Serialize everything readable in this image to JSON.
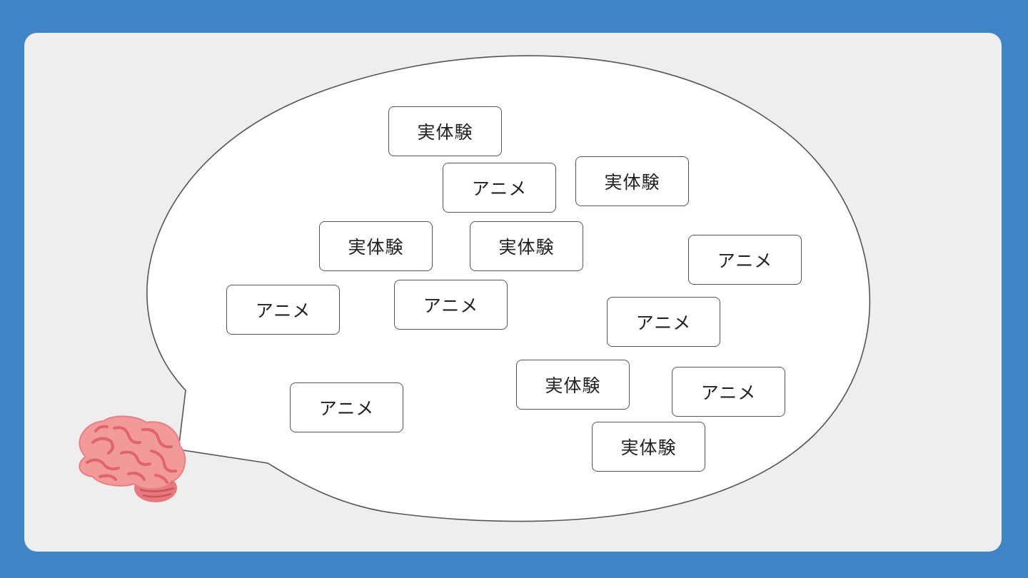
{
  "diagram": {
    "tags": [
      {
        "text": "実体験",
        "kind": "experience"
      },
      {
        "text": "アニメ",
        "kind": "anime"
      },
      {
        "text": "実体験",
        "kind": "experience"
      },
      {
        "text": "実体験",
        "kind": "experience"
      },
      {
        "text": "実体験",
        "kind": "experience"
      },
      {
        "text": "アニメ",
        "kind": "anime"
      },
      {
        "text": "アニメ",
        "kind": "anime"
      },
      {
        "text": "アニメ",
        "kind": "anime"
      },
      {
        "text": "アニメ",
        "kind": "anime"
      },
      {
        "text": "実体験",
        "kind": "experience"
      },
      {
        "text": "アニメ",
        "kind": "anime"
      },
      {
        "text": "アニメ",
        "kind": "anime"
      },
      {
        "text": "実体験",
        "kind": "experience"
      }
    ],
    "colors": {
      "background": "#3f84c7",
      "panel": "#eeeeee",
      "bubble_fill": "#ffffff",
      "outline": "#555555",
      "brain": "#f29a9a"
    },
    "icons": {
      "speaker": "brain-icon"
    }
  }
}
